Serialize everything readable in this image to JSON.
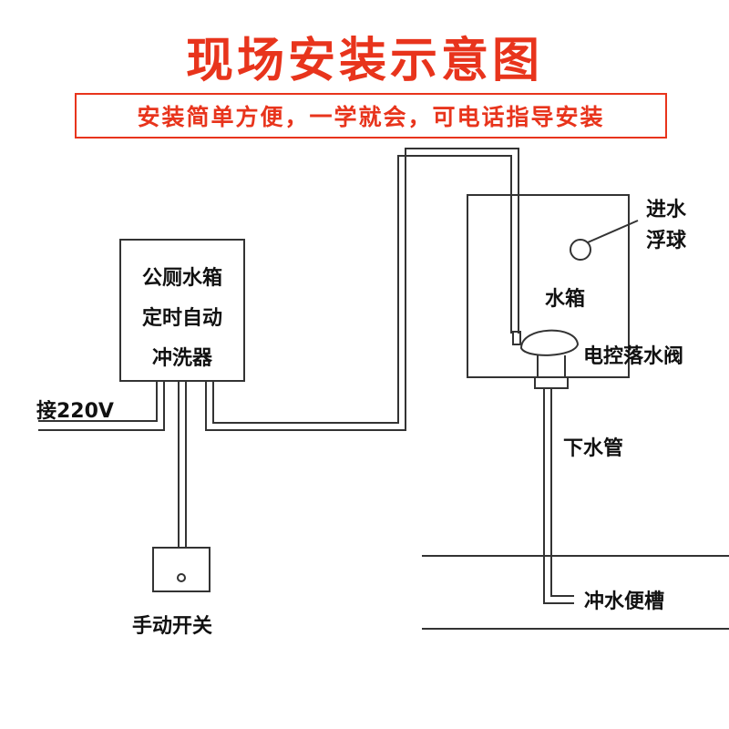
{
  "title": "现场安装示意图",
  "subtitle": "安装简单方便，一学就会，可电话指导安装",
  "controller": {
    "line1": "公厕水箱",
    "line2": "定时自动",
    "line3": "冲洗器"
  },
  "labels": {
    "power": "接220V",
    "manual_switch": "手动开关",
    "water_tank": "水箱",
    "inlet_line1": "进水",
    "inlet_line2": "浮球",
    "valve": "电控落水阀",
    "downpipe": "下水管",
    "trough": "冲水便槽"
  },
  "colors": {
    "accent_red": "#e8341c",
    "line": "#333333"
  }
}
